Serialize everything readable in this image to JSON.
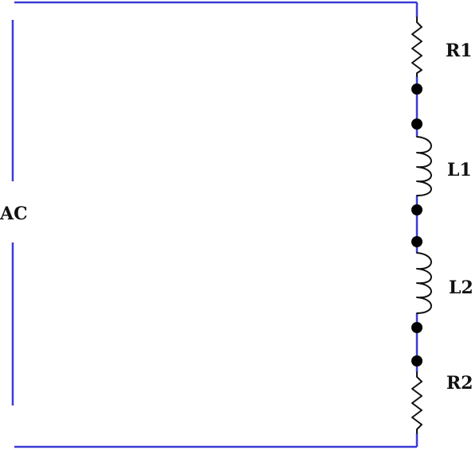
{
  "diagram": {
    "source_label": "AC",
    "components": [
      {
        "id": "r1",
        "label": "R1",
        "kind": "resistor"
      },
      {
        "id": "l1",
        "label": "L1",
        "kind": "inductor"
      },
      {
        "id": "l2",
        "label": "L2",
        "kind": "inductor"
      },
      {
        "id": "r2",
        "label": "R2",
        "kind": "resistor"
      }
    ]
  },
  "colors": {
    "wire": "#3a3ad6",
    "component": "#111111",
    "node": "#000000",
    "background": "#ffffff"
  }
}
